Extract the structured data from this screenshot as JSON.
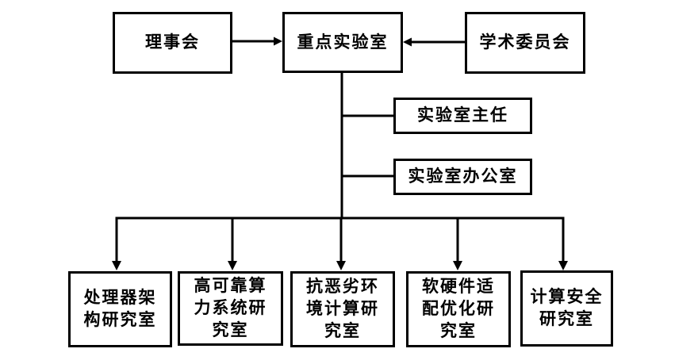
{
  "diagram": {
    "background_color": "#ffffff",
    "line_color": "#000000",
    "nodes": {
      "board": {
        "label": "理事会"
      },
      "key_lab": {
        "label": "重点实验室"
      },
      "academic_committee": {
        "label": "学术委员会"
      },
      "lab_director": {
        "label": "实验室主任"
      },
      "lab_office": {
        "label": "实验室办公室"
      },
      "dept_processor_arch": {
        "label": "处理器架\n构研究室"
      },
      "dept_reliable_computing": {
        "label": "高可靠算\n力系统研\n究室"
      },
      "dept_harsh_env_computing": {
        "label": "抗恶劣环\n境计算研\n究室"
      },
      "dept_hw_sw_adaptation": {
        "label": "软硬件适\n配优化研\n究室"
      },
      "dept_computing_security": {
        "label": "计算安全\n研究室"
      }
    },
    "edges": [
      {
        "from": "board",
        "to": "key_lab",
        "style": "arrow"
      },
      {
        "from": "academic_committee",
        "to": "key_lab",
        "style": "arrow"
      },
      {
        "from": "key_lab",
        "to": "lab_director",
        "style": "line"
      },
      {
        "from": "key_lab",
        "to": "lab_office",
        "style": "line"
      },
      {
        "from": "key_lab",
        "to": "dept_processor_arch",
        "style": "arrow"
      },
      {
        "from": "key_lab",
        "to": "dept_reliable_computing",
        "style": "arrow"
      },
      {
        "from": "key_lab",
        "to": "dept_harsh_env_computing",
        "style": "arrow"
      },
      {
        "from": "key_lab",
        "to": "dept_hw_sw_adaptation",
        "style": "arrow"
      },
      {
        "from": "key_lab",
        "to": "dept_computing_security",
        "style": "arrow"
      }
    ]
  }
}
